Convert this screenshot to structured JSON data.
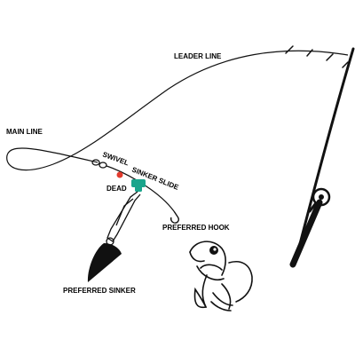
{
  "labels": {
    "leader_line": "LEADER LINE",
    "main_line": "MAIN LINE",
    "swivel": "SWIVEL",
    "sinker_slide": "SINKER SLIDE",
    "dead": "DEAD",
    "preferred_hook": "PREFERRED HOOK",
    "preferred_sinker": "PREFERRED SINKER"
  },
  "colors": {
    "line": "#111111",
    "sinker_slide": "#1aa58c",
    "bead": "#e23b2e",
    "sinker": "#111111"
  }
}
